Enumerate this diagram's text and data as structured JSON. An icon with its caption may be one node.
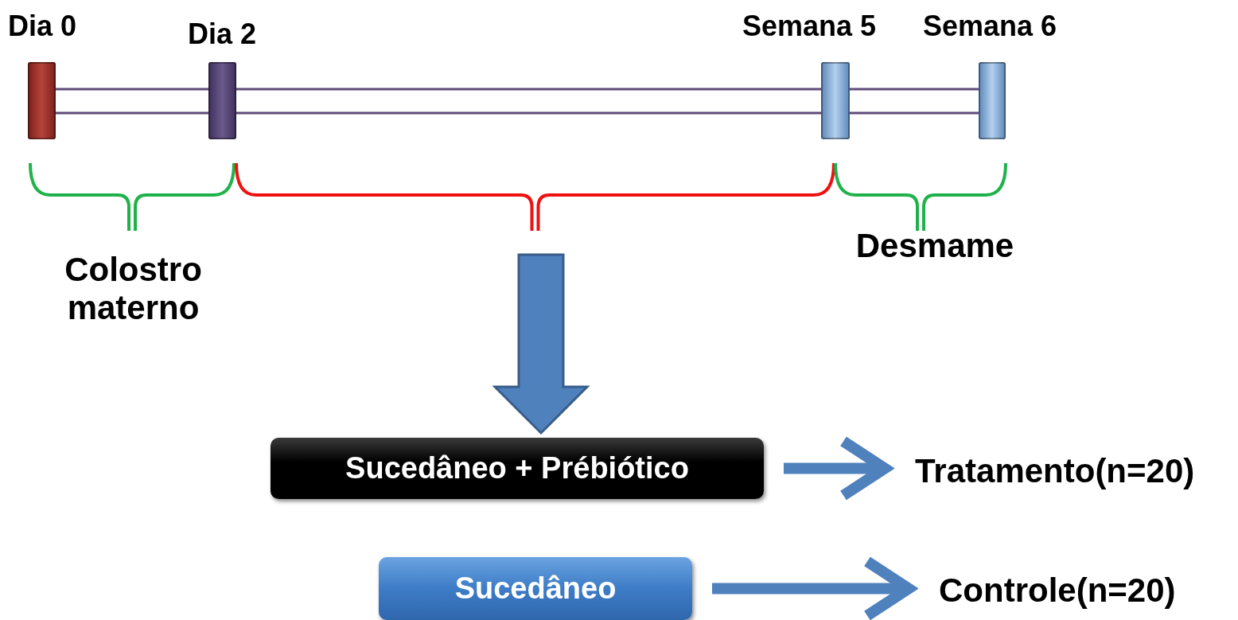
{
  "diagram": {
    "nodes": [
      {
        "text": [
          "Dia 0"
        ]
      },
      {
        "text": [
          "Dia 2"
        ]
      },
      {
        "text": [
          "Semana 5"
        ]
      },
      {
        "text": [
          "Semana 6"
        ]
      },
      {
        "text": [
          "Sucedâneo + Prébiótico"
        ]
      },
      {
        "text": [
          "Tratamento(n=20)"
        ]
      },
      {
        "text": [
          "Sucedâneo"
        ]
      },
      {
        "text": [
          "Controle(n=20)"
        ]
      }
    ],
    "edges": [
      {
        "from": 0,
        "to": 1,
        "arrow": "none"
      },
      {
        "from": 0,
        "to": 1,
        "arrow": "none"
      },
      {
        "from": 1,
        "to": 2,
        "arrow": "none"
      },
      {
        "from": 1,
        "to": 2,
        "arrow": "none"
      },
      {
        "from": 2,
        "to": 3,
        "arrow": "none"
      },
      {
        "from": 2,
        "to": 3,
        "arrow": "none"
      },
      {
        "from": null,
        "to": 4,
        "arrow": "to",
        "style": "thick"
      },
      {
        "from": 4,
        "to": 5,
        "arrow": "to",
        "style": "thick"
      },
      {
        "from": 6,
        "to": 7,
        "arrow": "to",
        "style": "thick"
      }
    ],
    "labels": [
      "Colostro materno",
      "Desmame"
    ]
  }
}
